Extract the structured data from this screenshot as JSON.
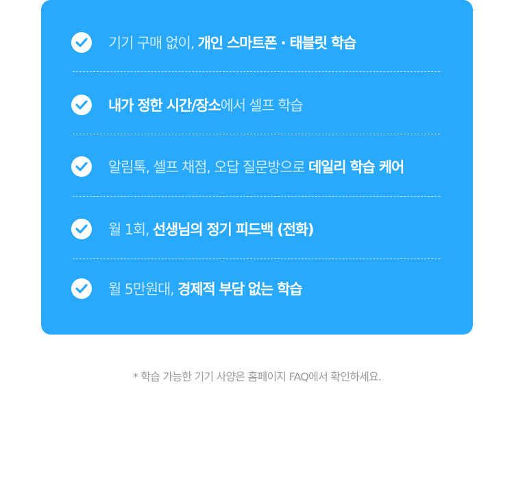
{
  "features": [
    {
      "light": "기기 구매 없이, ",
      "bold": "개인 스마트폰 · 태블릿 학습",
      "light2": ""
    },
    {
      "light": "",
      "bold": "내가 정한 시간/장소",
      "light2": "에서 셀프 학습"
    },
    {
      "light": "알림톡, 셀프 채점, 오답 질문방으로 ",
      "bold": "데일리 학습 케어",
      "light2": ""
    },
    {
      "light": "월 1회, ",
      "bold": "선생님의 정기 피드백 (전화)",
      "light2": ""
    },
    {
      "light": "월 5만원대, ",
      "bold": "경제적 부담 없는 학습",
      "light2": ""
    }
  ],
  "footnote": "* 학습 가능한 기기 사양은 홈페이지 FAQ에서 확인하세요.",
  "colors": {
    "card": "#29a9fd",
    "check": "#29a9fd"
  }
}
